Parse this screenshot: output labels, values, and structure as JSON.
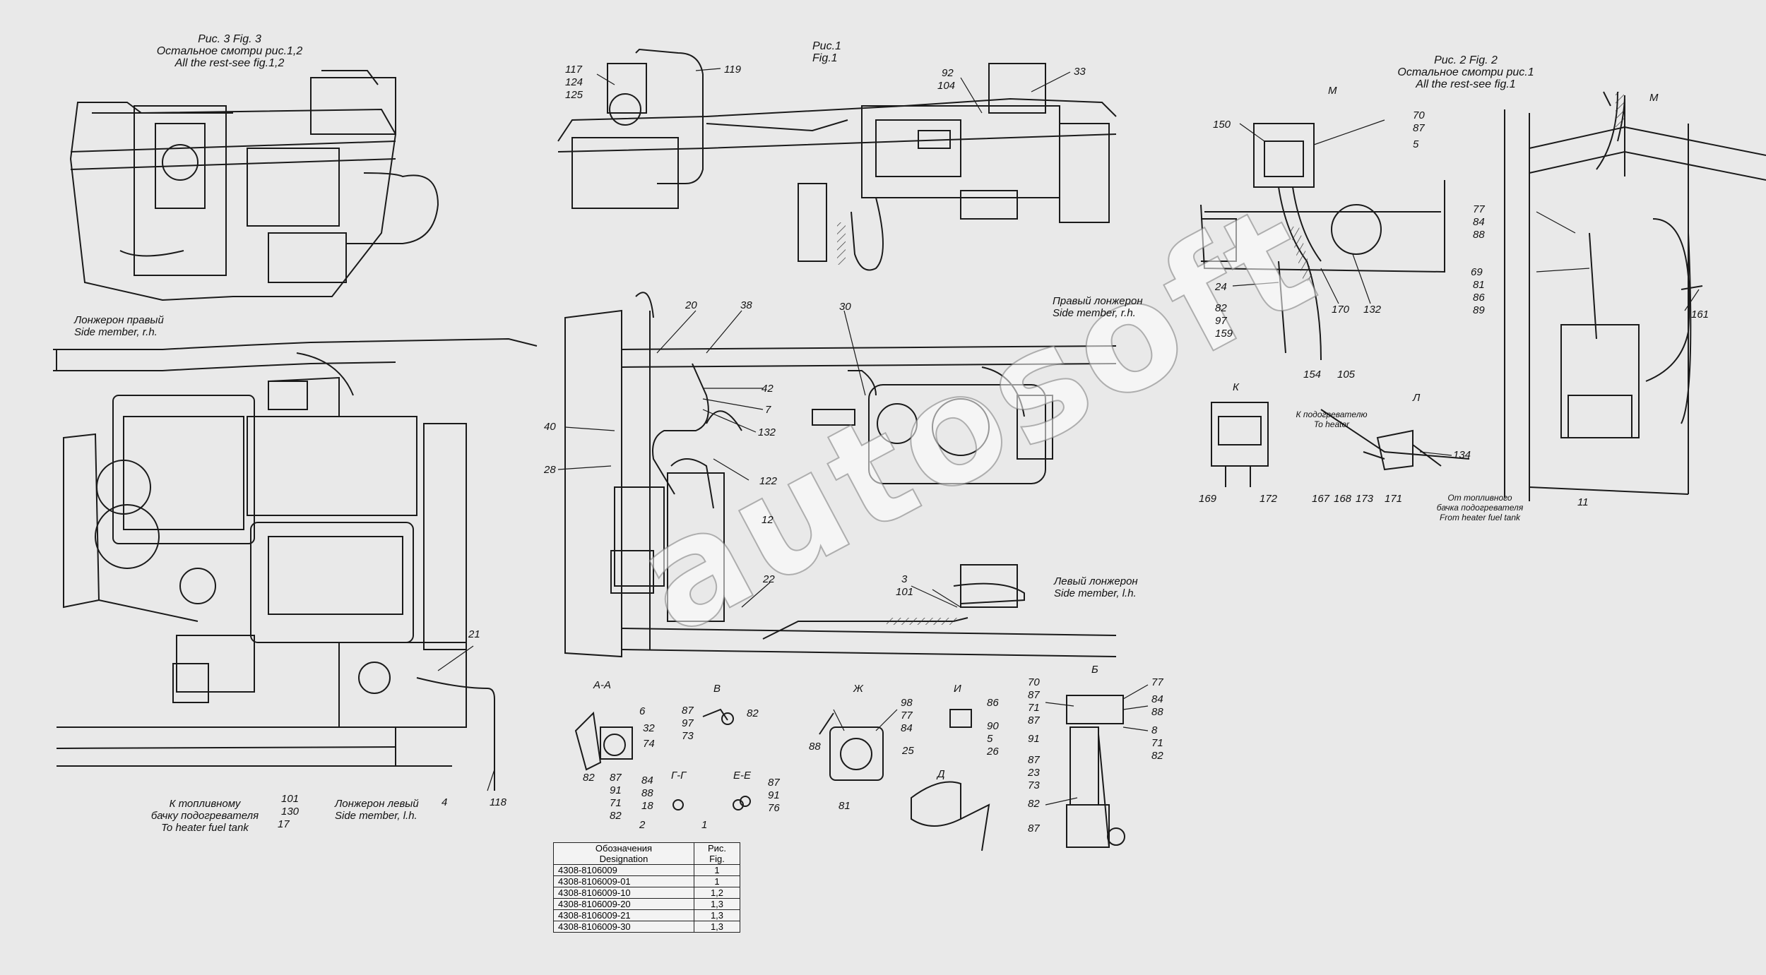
{
  "figures": {
    "fig3": {
      "title_ru": "Рис. 3 Fig. 3",
      "note_ru": "Остальное смотри рис.1,2",
      "note_en": "All the rest-see fig.1,2"
    },
    "fig1": {
      "title_ru": "Рис.1",
      "title_en": "Fig.1"
    },
    "fig2": {
      "title_ru": "Рис. 2 Fig. 2",
      "note_ru": "Остальное смотри рис.1",
      "note_en": "All the rest-see fig.1"
    }
  },
  "side_members": {
    "fig3_rh_ru": "Лонжерон правый",
    "fig3_rh_en": "Side member, r.h.",
    "fig3_lh_ru": "Лонжерон левый",
    "fig3_lh_en": "Side member, l.h.",
    "fig1_rh_ru": "Правый лонжерон",
    "fig1_rh_en": "Side member, r.h.",
    "fig1_lh_ru": "Левый лонжерон",
    "fig1_lh_en": "Side member, l.h."
  },
  "notes": {
    "to_tank_ru1": "К топливному",
    "to_tank_ru2": "бачку подогревателя",
    "to_tank_en": "To heater fuel tank",
    "to_heater_ru": "К подогревателю",
    "to_heater_en": "To heater",
    "from_tank_ru1": "От топливного",
    "from_tank_ru2": "бачка подогревателя",
    "from_tank_en": "From heater fuel tank"
  },
  "views": {
    "aa": "А-А",
    "v": "В",
    "zh": "Ж",
    "i": "И",
    "b": "Б",
    "gg": "Г-Г",
    "ee": "Е-Е",
    "d": "Д",
    "k": "К",
    "l": "Л",
    "m": "М"
  },
  "watermark": "autosoft",
  "table": {
    "head_ru": "Обозначения",
    "head_en": "Designation",
    "fig_ru": "Рис.",
    "fig_en": "Fig.",
    "rows": [
      {
        "d": "4308-8106009",
        "f": "1"
      },
      {
        "d": "4308-8106009-01",
        "f": "1"
      },
      {
        "d": "4308-8106009-10",
        "f": "1,2"
      },
      {
        "d": "4308-8106009-20",
        "f": "1,3"
      },
      {
        "d": "4308-8106009-21",
        "f": "1,3"
      },
      {
        "d": "4308-8106009-30",
        "f": "1,3"
      }
    ]
  },
  "callouts": [
    "117",
    "124",
    "125",
    "119",
    "92",
    "104",
    "33",
    "20",
    "38",
    "30",
    "42",
    "7",
    "132",
    "40",
    "28",
    "122",
    "12",
    "22",
    "3",
    "101",
    "150",
    "70",
    "87",
    "5",
    "77",
    "84",
    "88",
    "69",
    "81",
    "86",
    "89",
    "24",
    "82",
    "97",
    "159",
    "154",
    "105",
    "170",
    "132",
    "161",
    "169",
    "172",
    "167",
    "168",
    "173",
    "171",
    "134",
    "11",
    "21",
    "101",
    "130",
    "17",
    "4",
    "118",
    "6",
    "32",
    "74",
    "82",
    "87",
    "91",
    "71",
    "82",
    "87",
    "97",
    "73",
    "82",
    "87",
    "91",
    "76",
    "84",
    "88",
    "18",
    "2",
    "1",
    "98",
    "77",
    "84",
    "88",
    "25",
    "81",
    "86",
    "90",
    "5",
    "26",
    "70",
    "87",
    "71",
    "87",
    "91",
    "77",
    "84",
    "88",
    "8",
    "71",
    "82",
    "87",
    "23",
    "73",
    "82",
    "87"
  ]
}
